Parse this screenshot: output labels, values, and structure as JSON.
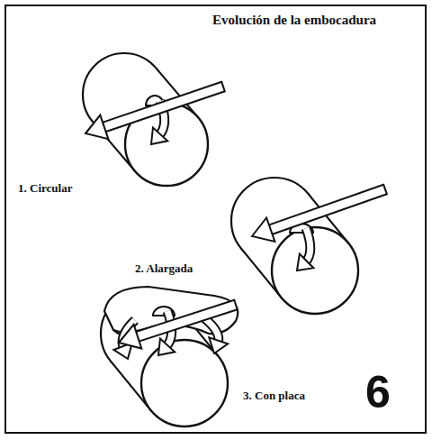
{
  "diagram": {
    "title": "Evolución de la embocadura",
    "labels": [
      "1. Circular",
      "2. Alargada",
      "3. Con placa",
      "6"
    ]
  }
}
